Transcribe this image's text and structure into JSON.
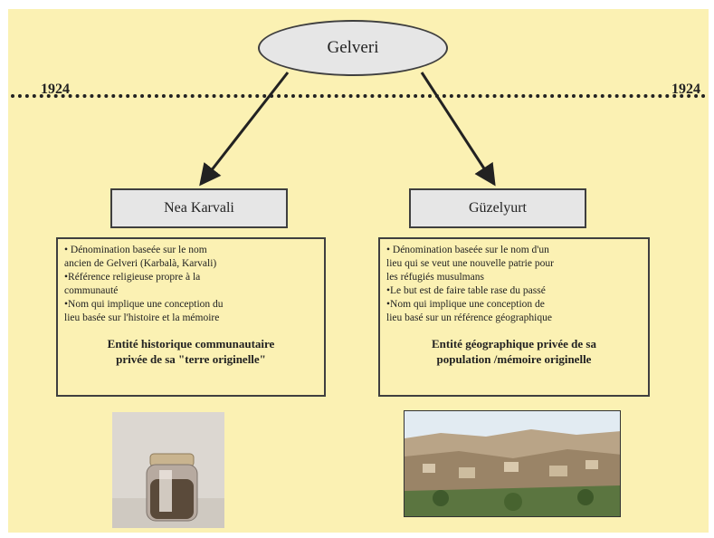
{
  "top": {
    "label": "Gelveri"
  },
  "timeline": {
    "left_year": "1924",
    "right_year": "1924"
  },
  "left": {
    "name": "Nea Karvali",
    "bullets": [
      "• Dénomination baseée sur le nom",
      "ancien de Gelveri (Karbalà, Karvali)",
      "•Référence religieuse propre à la",
      "communauté",
      "•Nom qui implique une conception du",
      "lieu basée sur l'histoire et la mémoire"
    ],
    "conclusion_1": "Entité historique  communautaire",
    "conclusion_2": "privée de sa \"terre originelle\""
  },
  "right": {
    "name": "Güzelyurt",
    "bullets": [
      "• Dénomination baseée sur le nom d'un",
      "lieu qui se veut une nouvelle patrie pour",
      "les réfugiés musulmans",
      "•Le but est de faire table rase du passé",
      "•Nom qui implique une conception de",
      "lieu basé sur un référence géographique"
    ],
    "conclusion_1": "Entité géographique privée de sa",
    "conclusion_2": "population /mémoire  originelle"
  },
  "images": {
    "left": "jar-of-soil-photo",
    "right": "village-landscape-photo"
  }
}
